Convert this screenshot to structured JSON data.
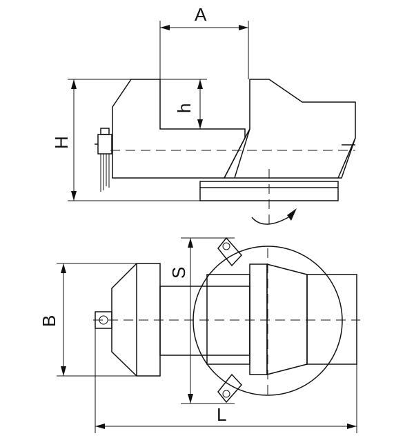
{
  "diagram": {
    "title": "",
    "labels": {
      "A": "A",
      "h": "h",
      "H": "H",
      "S": "S",
      "B": "B",
      "L": "L"
    },
    "colors": {
      "line": "#111111",
      "background": "#ffffff"
    }
  }
}
